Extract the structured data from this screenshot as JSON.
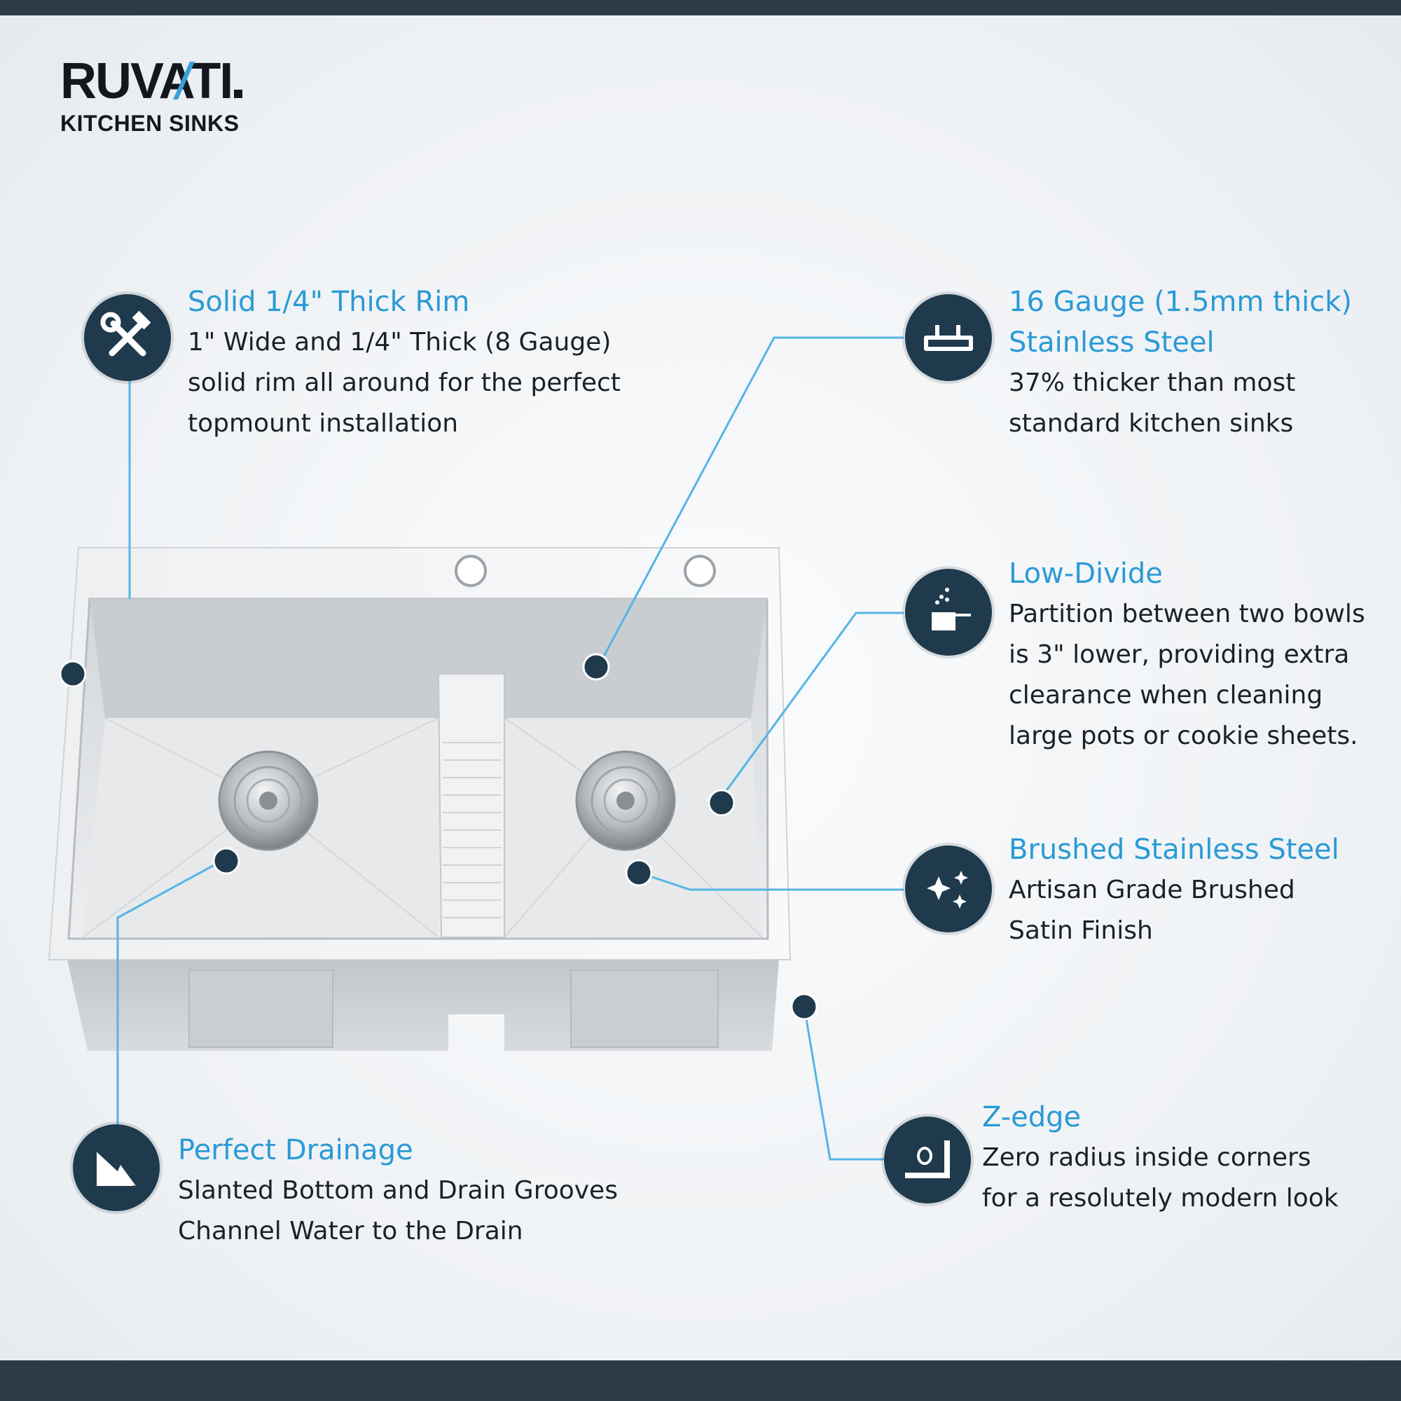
{
  "brand": {
    "name": "RUVATI",
    "tagline": "KITCHEN SINKS"
  },
  "colors": {
    "accent": "#2a9ad6",
    "icon_bg": "#1f3a4c",
    "frame": "#2c3a44",
    "text": "#1c2126"
  },
  "features": [
    {
      "id": "rim",
      "icon": "tools-icon",
      "title": "Solid 1/4\" Thick Rim",
      "lines": [
        "1\" Wide and 1/4\" Thick (8 Gauge)",
        "solid rim all around for the perfect",
        "topmount installation"
      ]
    },
    {
      "id": "gauge",
      "icon": "thickness-icon",
      "title_lines": [
        "16 Gauge (1.5mm thick)",
        "Stainless Steel"
      ],
      "lines": [
        "37% thicker than most",
        "standard kitchen sinks"
      ]
    },
    {
      "id": "divide",
      "icon": "low-divide-icon",
      "title": "Low-Divide",
      "lines": [
        "Partition between two bowls",
        "is 3\" lower, providing extra",
        "clearance when cleaning",
        "large pots or cookie sheets."
      ]
    },
    {
      "id": "brushed",
      "icon": "sparkle-icon",
      "title": "Brushed Stainless Steel",
      "lines": [
        "Artisan Grade Brushed",
        "Satin Finish"
      ]
    },
    {
      "id": "zedge",
      "icon": "corner-icon",
      "title": "Z-edge",
      "lines": [
        "Zero radius inside corners",
        "for a resolutely modern look"
      ]
    },
    {
      "id": "drainage",
      "icon": "slope-icon",
      "title": "Perfect Drainage",
      "lines": [
        "Slanted Bottom and Drain Grooves",
        "Channel Water to the Drain"
      ]
    }
  ]
}
